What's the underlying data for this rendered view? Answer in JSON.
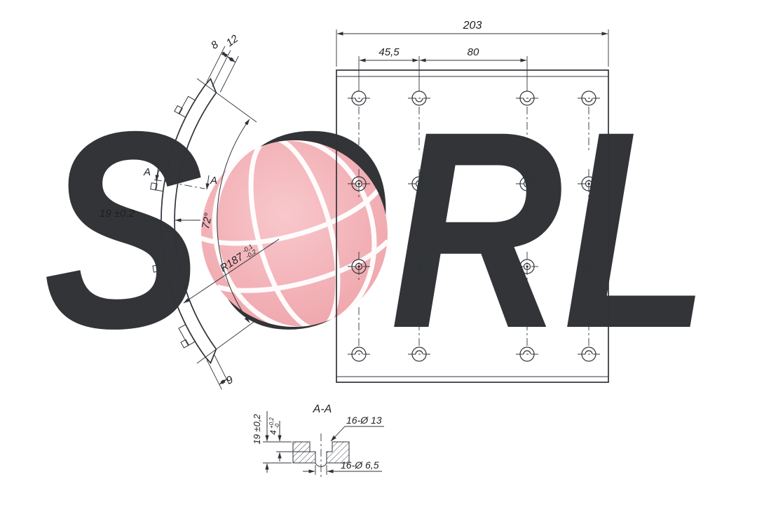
{
  "watermark": {
    "text": "SORL"
  },
  "colors": {
    "line": "#2f3338",
    "watermark_blue": "#b9cfe8",
    "globe_pink": "#f2afb5"
  },
  "top_view": {
    "width": "203",
    "hole_offset_1": "45,5",
    "hole_offset_2": "80"
  },
  "side_view": {
    "tip_width_1": "8",
    "tip_width_2": "12",
    "thickness": "19 ±0,2",
    "arc_angle": "72°",
    "radius": "R187",
    "radius_tol_upper": "-0,1",
    "radius_tol_lower": "-0,2",
    "bottom_tip_width": "9",
    "section_letter": "A"
  },
  "section_view": {
    "title": "A-A",
    "counterbore": "16-Ø 13",
    "hole": "16-Ø 6,5",
    "thickness": "19 ±0,2",
    "depth": "4",
    "depth_tol_upper": "+0,2",
    "depth_tol_lower": "-0"
  }
}
